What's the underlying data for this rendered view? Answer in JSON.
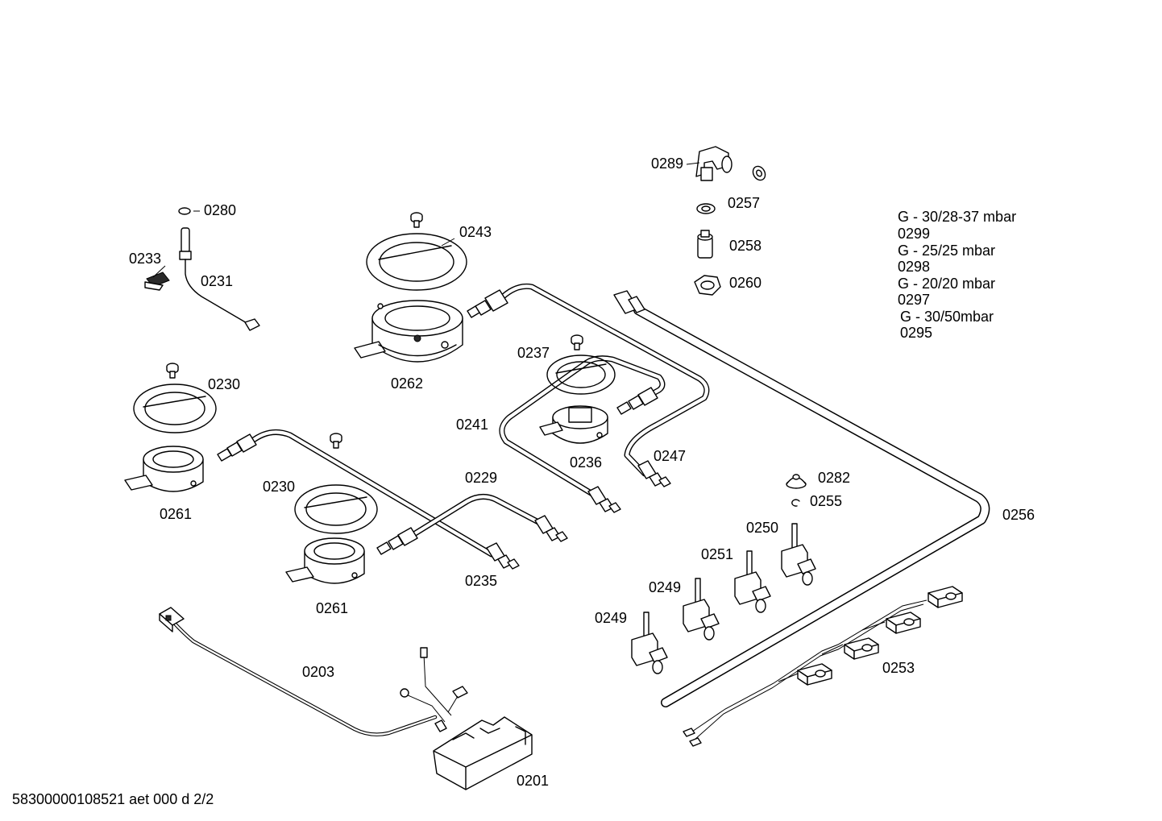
{
  "diagram": {
    "labels": {
      "l0289": "0289",
      "l0257": "0257",
      "l0258": "0258",
      "l0260": "0260",
      "l0280": "0280",
      "l0233": "0233",
      "l0231": "0231",
      "l0243": "0243",
      "l0262": "0262",
      "l0237": "0237",
      "l0241": "0241",
      "l0236": "0236",
      "l0247": "0247",
      "l0230a": "0230",
      "l0230b": "0230",
      "l0261a": "0261",
      "l0261b": "0261",
      "l0229": "0229",
      "l0235": "0235",
      "l0282": "0282",
      "l0255": "0255",
      "l0256": "0256",
      "l0250": "0250",
      "l0251": "0251",
      "l0249a": "0249",
      "l0249b": "0249",
      "l0253": "0253",
      "l0203": "0203",
      "l0201": "0201"
    },
    "gas_table": [
      "G - 30/28-37 mbar",
      "0299",
      "G - 25/25 mbar",
      "0298",
      "G - 20/20 mbar",
      "0297",
      " G - 30/50mbar",
      " 0295"
    ],
    "footer": "58300000108521 aet 000 d 2/2"
  }
}
